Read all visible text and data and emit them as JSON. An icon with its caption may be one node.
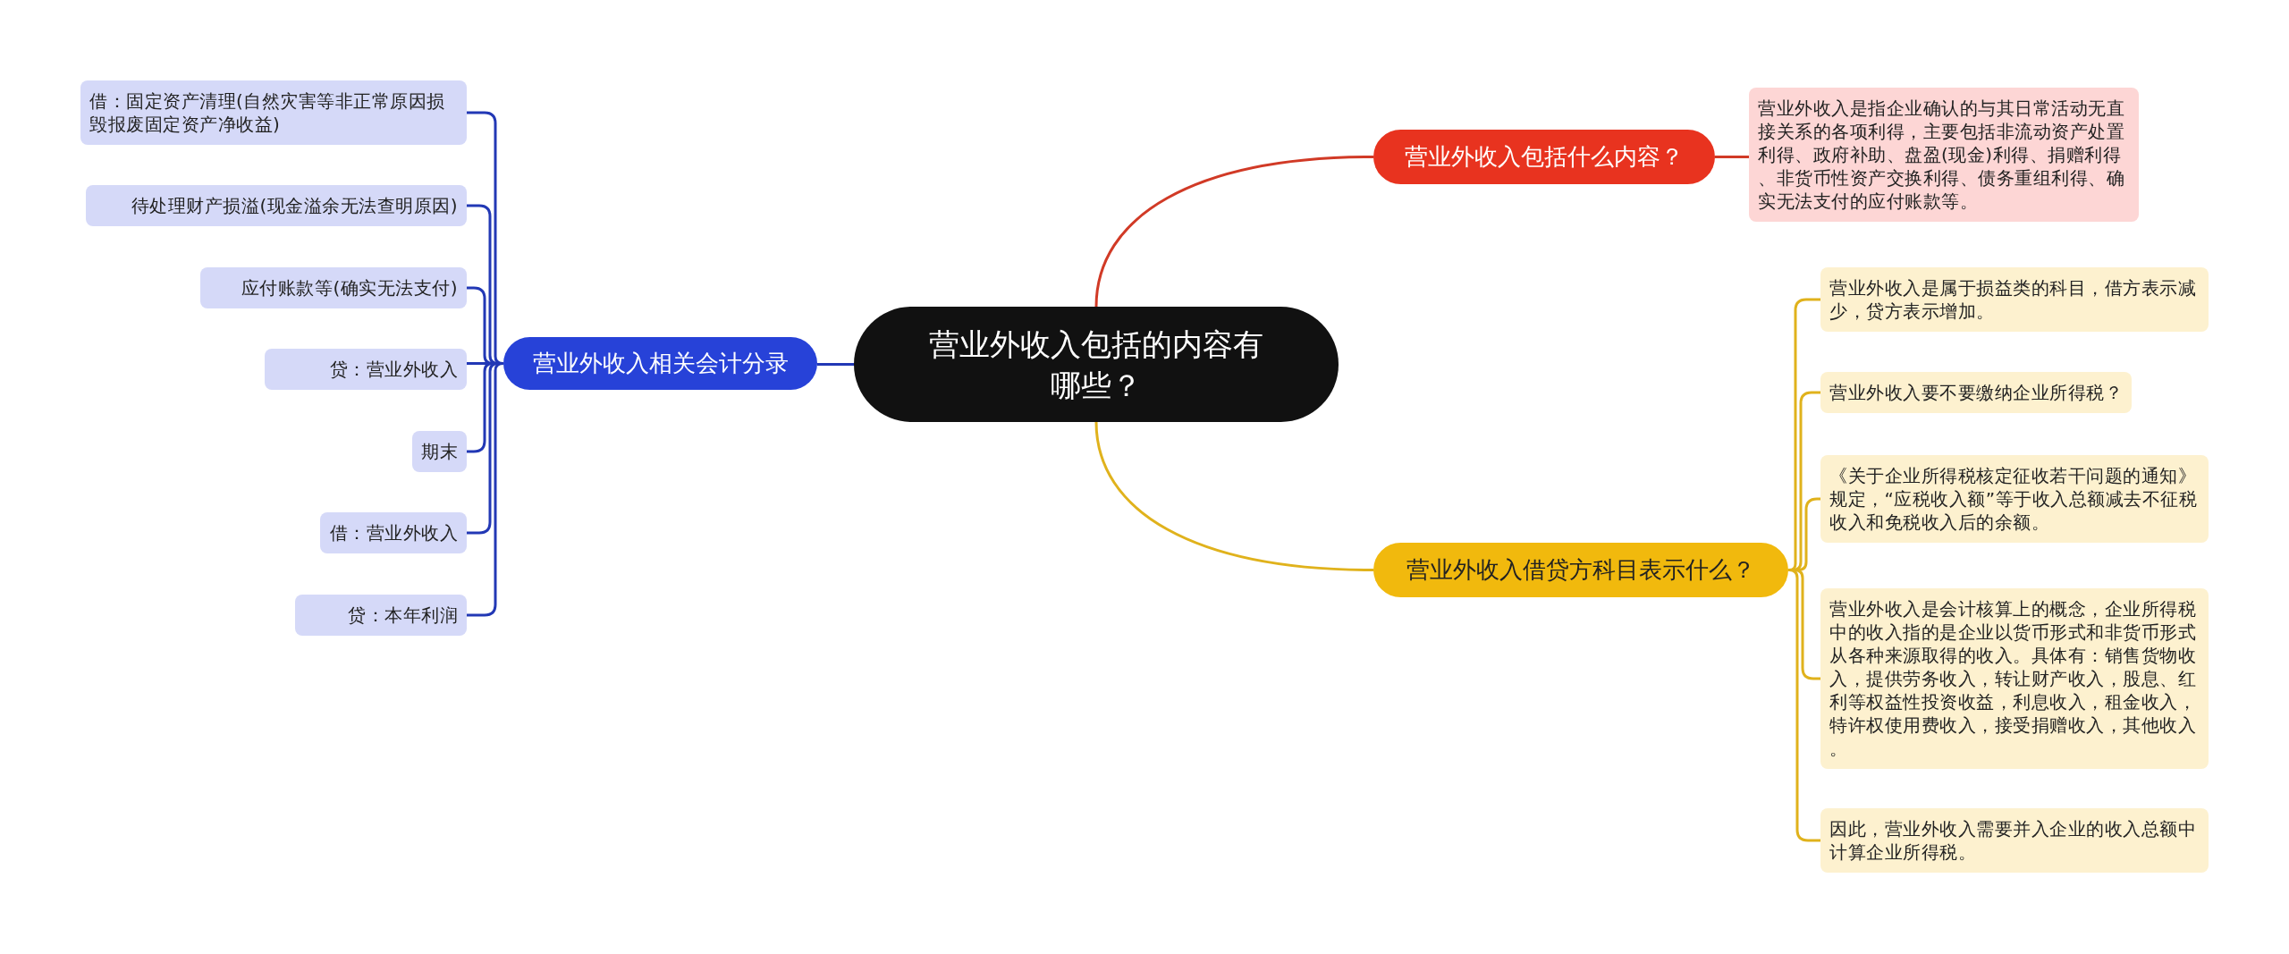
{
  "diagram": {
    "nodes": [
      {
        "text": [
          "营业外收入包括的内容有哪些？"
        ]
      },
      {
        "text": [
          "营业外收入相关会计分录"
        ]
      },
      {
        "text": [
          "借：固定资产清理(自然灾害等非正常原因损毁报废固定资产净收益)"
        ]
      },
      {
        "text": [
          "待处理财产损溢(现金溢余无法查明原因)"
        ]
      },
      {
        "text": [
          "应付账款等(确实无法支付)"
        ]
      },
      {
        "text": [
          "贷：营业外收入"
        ]
      },
      {
        "text": [
          "期末"
        ]
      },
      {
        "text": [
          "借：营业外收入"
        ]
      },
      {
        "text": [
          "贷：本年利润"
        ]
      },
      {
        "text": [
          "营业外收入包括什么内容？"
        ]
      },
      {
        "text": [
          "营业外收入是指企业确认的与其日常活动无直接关系的各项利得，主要包括非流动资产处置利得、政府补助、盘盈(现金)利得、捐赠利得、非货币性资产交换利得、债务重组利得、确实无法支付的应付账款等。"
        ]
      },
      {
        "text": [
          "营业外收入借贷方科目表示什么？"
        ]
      },
      {
        "text": [
          "营业外收入是属于损益类的科目，借方表示减少，贷方表示增加。"
        ]
      },
      {
        "text": [
          "营业外收入要不要缴纳企业所得税？"
        ]
      },
      {
        "text": [
          "《关于企业所得税核定征收若干问题的通知》规定，“应税收入额”等于收入总额减去不征税收入和免税收入后的余额。"
        ]
      },
      {
        "text": [
          "营业外收入是会计核算上的概念，企业所得税中的收入指的是企业以货币形式和非货币形式从各种来源取得的收入。具体有：销售货物收入，提供劳务收入，转让财产收入，股息、红利等权益性投资收益，利息收入，租金收入，特许权使用费收入，接受捐赠收入，其他收入。"
        ]
      },
      {
        "text": [
          "因此，营业外收入需要并入企业的收入总额中计算企业所得税。"
        ]
      }
    ],
    "edges": [
      {
        "from": 0,
        "to": 1,
        "arrow": "none"
      },
      {
        "from": 1,
        "to": 2,
        "arrow": "none"
      },
      {
        "from": 1,
        "to": 3,
        "arrow": "none"
      },
      {
        "from": 1,
        "to": 4,
        "arrow": "none"
      },
      {
        "from": 1,
        "to": 5,
        "arrow": "none"
      },
      {
        "from": 1,
        "to": 6,
        "arrow": "none"
      },
      {
        "from": 1,
        "to": 7,
        "arrow": "none"
      },
      {
        "from": 1,
        "to": 8,
        "arrow": "none"
      },
      {
        "from": 0,
        "to": 9,
        "arrow": "none",
        "color": "#d13a26"
      },
      {
        "from": 9,
        "to": 10,
        "arrow": "none",
        "color": "#d13a26"
      },
      {
        "from": 0,
        "to": 11,
        "arrow": "none",
        "color": "#e0b21c"
      },
      {
        "from": 11,
        "to": 12,
        "arrow": "none",
        "color": "#e0b21c"
      },
      {
        "from": 11,
        "to": 13,
        "arrow": "none",
        "color": "#e0b21c"
      },
      {
        "from": 11,
        "to": 14,
        "arrow": "none",
        "color": "#e0b21c"
      },
      {
        "from": 11,
        "to": 15,
        "arrow": "none",
        "color": "#e0b21c"
      },
      {
        "from": 11,
        "to": 16,
        "arrow": "none",
        "color": "#e0b21c"
      }
    ]
  }
}
